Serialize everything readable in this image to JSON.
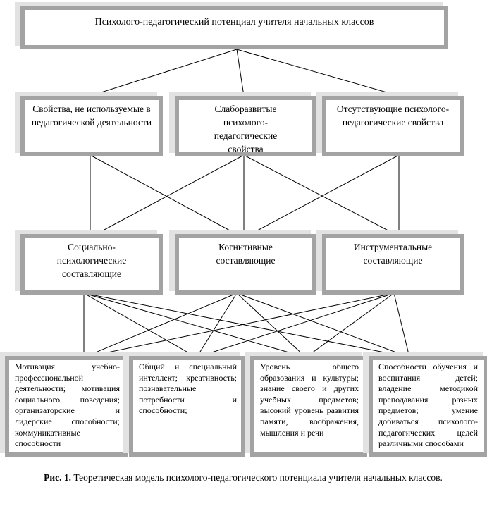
{
  "root": {
    "title": "Психолого-педагогический потенциал учителя начальных классов"
  },
  "level1": [
    {
      "label": "Свойства, не используемые в педагогической деятельности"
    },
    {
      "label": "Слаборазвитые психолого-педагогические свойства"
    },
    {
      "label": "Отсутствующие психолого-педагогические свойства"
    }
  ],
  "level2": [
    {
      "label": "Социально-психологические составляющие"
    },
    {
      "label": "Когнитивные составляющие"
    },
    {
      "label": "Инструментальные составляющие"
    }
  ],
  "level3": [
    {
      "label": "Мотивация учебно-профессиональной деятельности; мотивация социального поведения; организаторские и лидерские способности; коммуникативные способности"
    },
    {
      "label": "Общий и специальный интеллект; креативность; познавательные потребности и способности;"
    },
    {
      "label": "Уровень общего образования и культуры; знание своего и других учебных предметов; высокий уровень развития памяти, воображения, мышления и речи"
    },
    {
      "label": "Способности обучения и воспитания детей; владение методикой преподавания разных предметов; умение добиваться психолого-педагогических целей различными способами"
    }
  ],
  "caption": {
    "prefix": "Рис. 1.",
    "text": " Теоретическая модель психолого-педагогического потенциала учителя начальных классов."
  },
  "colors": {
    "border": "#a3a3a3",
    "shadow": "#e2e2e2",
    "line": "#000000"
  }
}
